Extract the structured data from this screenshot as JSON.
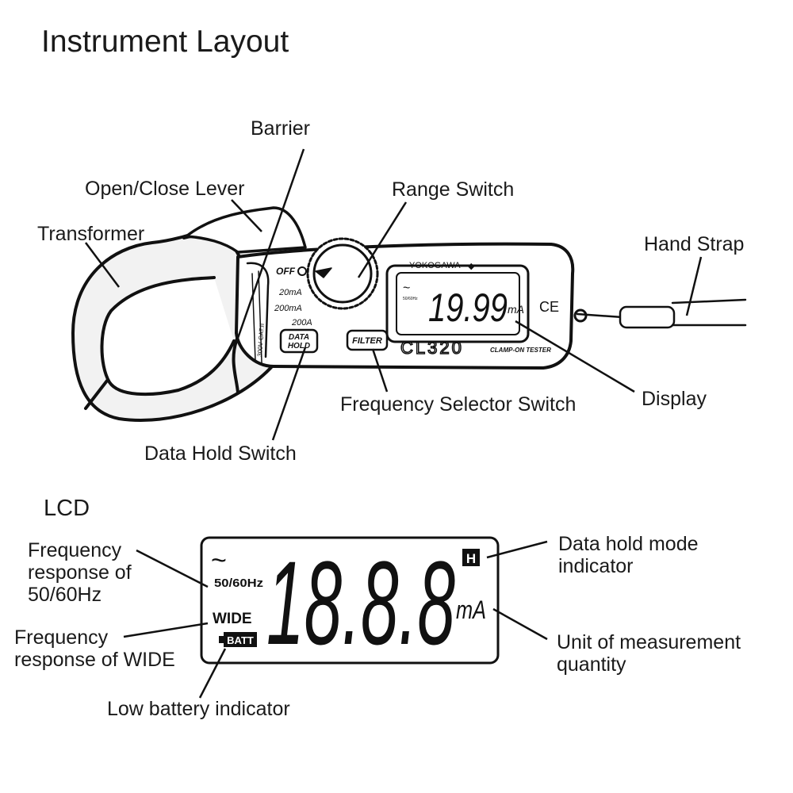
{
  "title": "Instrument Layout",
  "lcd_section_title": "LCD",
  "instrument_labels": {
    "barrier": "Barrier",
    "open_close_lever": "Open/Close Lever",
    "range_switch": "Range Switch",
    "transformer": "Transformer",
    "hand_strap": "Hand Strap",
    "display": "Display",
    "frequency_selector_switch": "Frequency Selector Switch",
    "data_hold_switch": "Data Hold Switch"
  },
  "device": {
    "brand": "YOKOGAWA",
    "model": "CL320",
    "model_subtitle": "CLAMP-ON TESTER",
    "range_off": "OFF",
    "range_20ma": "20mA",
    "range_200ma": "200mA",
    "range_200a": "200A",
    "data_hold_line1": "DATA",
    "data_hold_line2": "HOLD",
    "filter_button": "FILTER",
    "display_reading": "19.99",
    "display_unit": "mA",
    "display_freq": "50/60Hz",
    "ce_mark": "CE",
    "side_print": "300V CAT.II"
  },
  "lcd": {
    "digits": "18.8.8",
    "unit": "mA",
    "hold_symbol": "H",
    "ac_symbol": "~",
    "freq_5060": "50/60Hz",
    "wide": "WIDE",
    "batt": "BATT"
  },
  "lcd_labels": {
    "freq_5060_line1": "Frequency",
    "freq_5060_line2": "response of",
    "freq_5060_line3": "50/60Hz",
    "freq_wide_line1": "Frequency",
    "freq_wide_line2": "response of WIDE",
    "low_battery": "Low battery indicator",
    "data_hold_line1": "Data hold mode",
    "data_hold_line2": "indicator",
    "unit_line1": "Unit of measurement",
    "unit_line2": "quantity"
  }
}
